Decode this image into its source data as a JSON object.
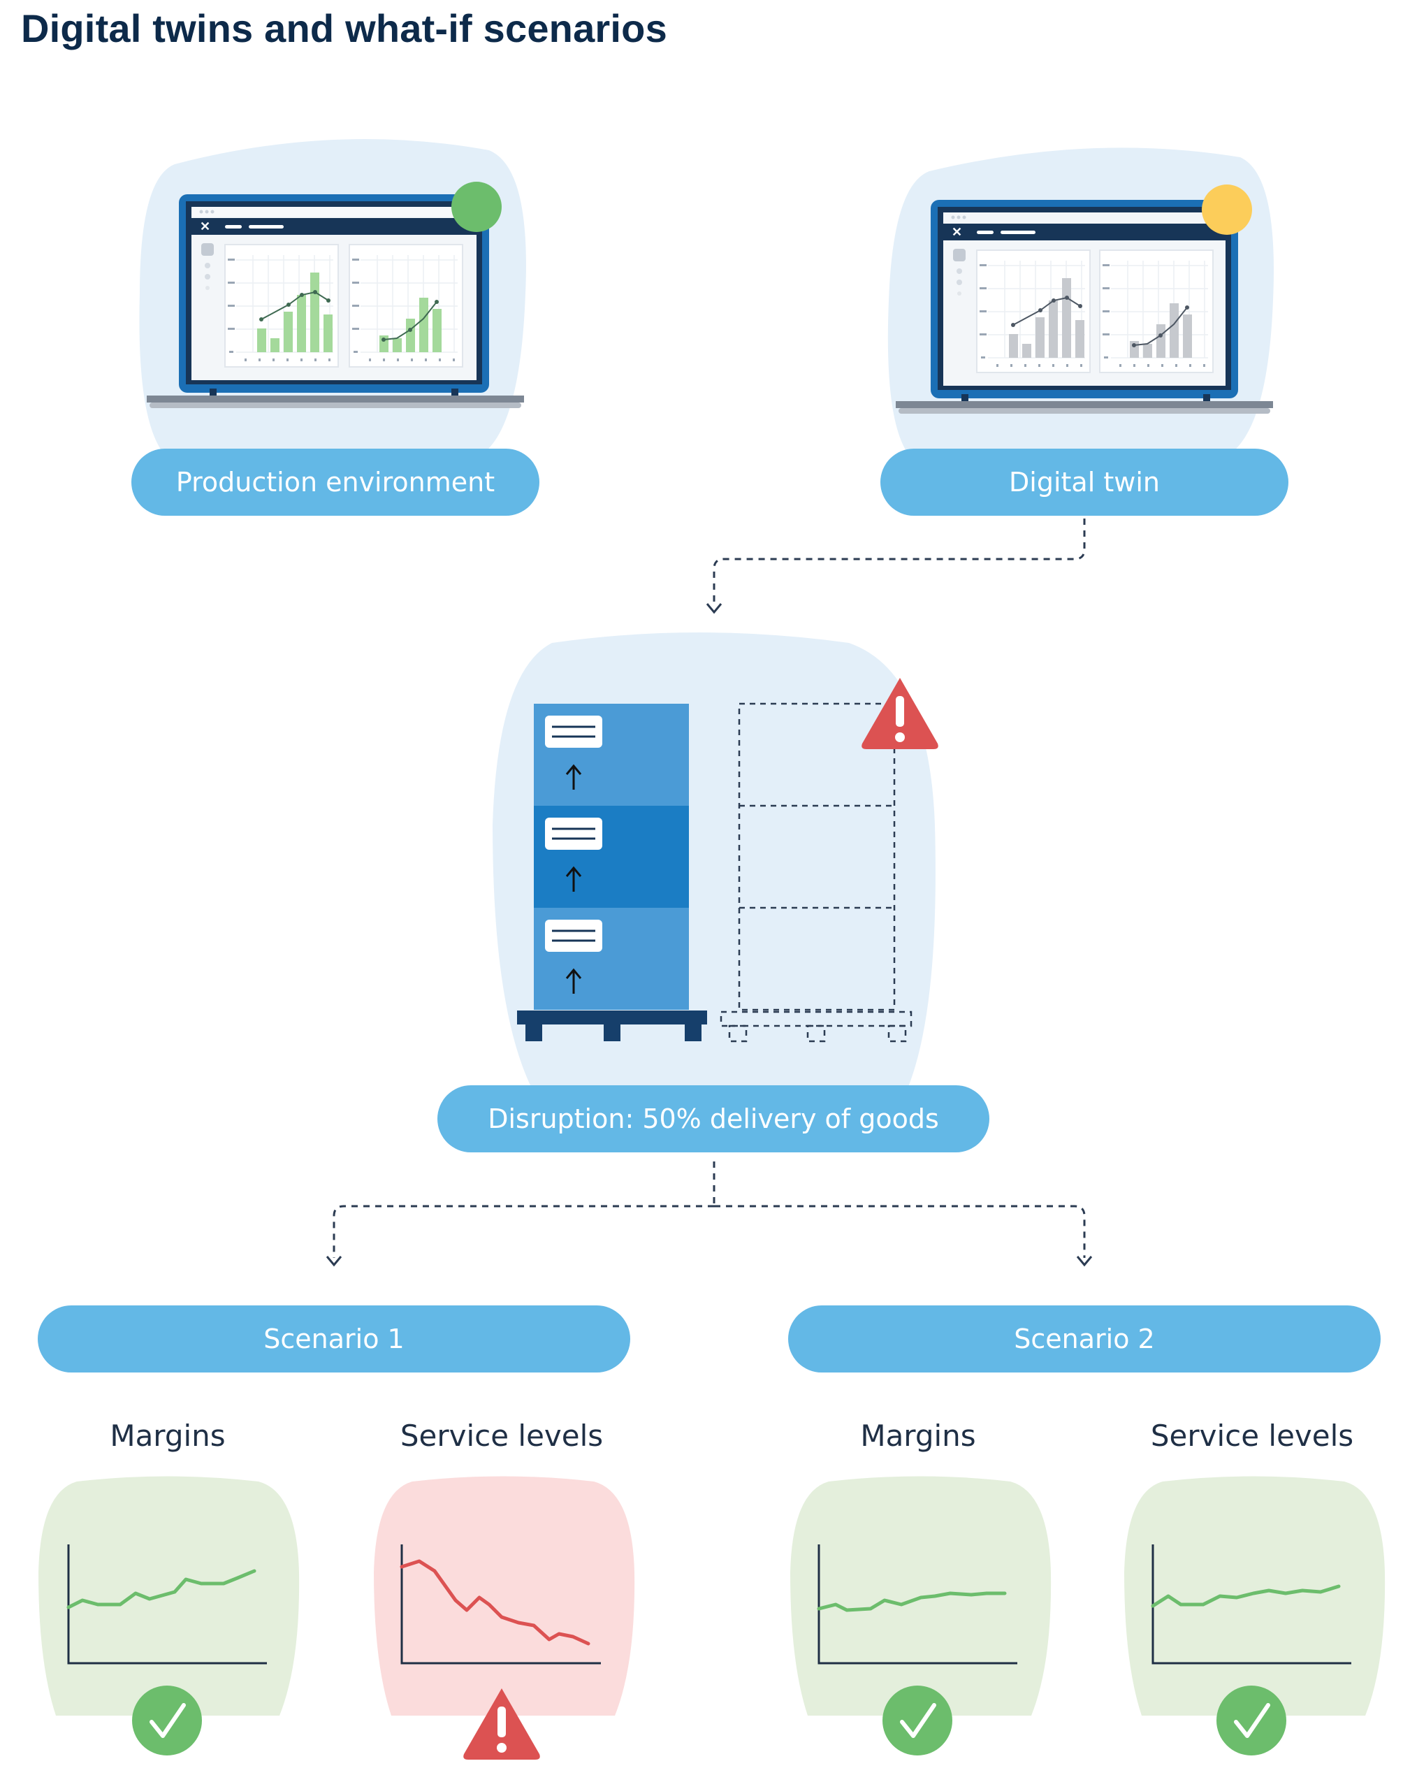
{
  "title": "Digital twins and what-if scenarios",
  "colors": {
    "blob": "#e3eff9",
    "pill": "#63b8e6",
    "title": "#0d2a4a",
    "ok": "#6cbd6c",
    "pending": "#fccd5a",
    "alert": "#dc5252",
    "green_card": "#e4efdc",
    "red_card": "#fbdcdc",
    "box_blue": "#4b9bd6",
    "box_blue_dark": "#1b7dc4",
    "pallet": "#163f6b"
  },
  "nodes": {
    "production": {
      "label": "Production environment",
      "status": "ok",
      "status_icon": "green-status-dot"
    },
    "twin": {
      "label": "Digital twin",
      "status": "pending",
      "status_icon": "yellow-status-dot"
    },
    "disruption": {
      "label": "Disruption: 50% delivery of goods",
      "icon": "warning-triangle-icon"
    }
  },
  "scenarios": [
    {
      "label": "Scenario 1",
      "metrics": [
        {
          "label": "Margins",
          "status": "ok",
          "trend": "up"
        },
        {
          "label": "Service levels",
          "status": "alert",
          "trend": "down"
        }
      ]
    },
    {
      "label": "Scenario 2",
      "metrics": [
        {
          "label": "Margins",
          "status": "ok",
          "trend": "flat-up"
        },
        {
          "label": "Service levels",
          "status": "ok",
          "trend": "flat-up"
        }
      ]
    }
  ]
}
